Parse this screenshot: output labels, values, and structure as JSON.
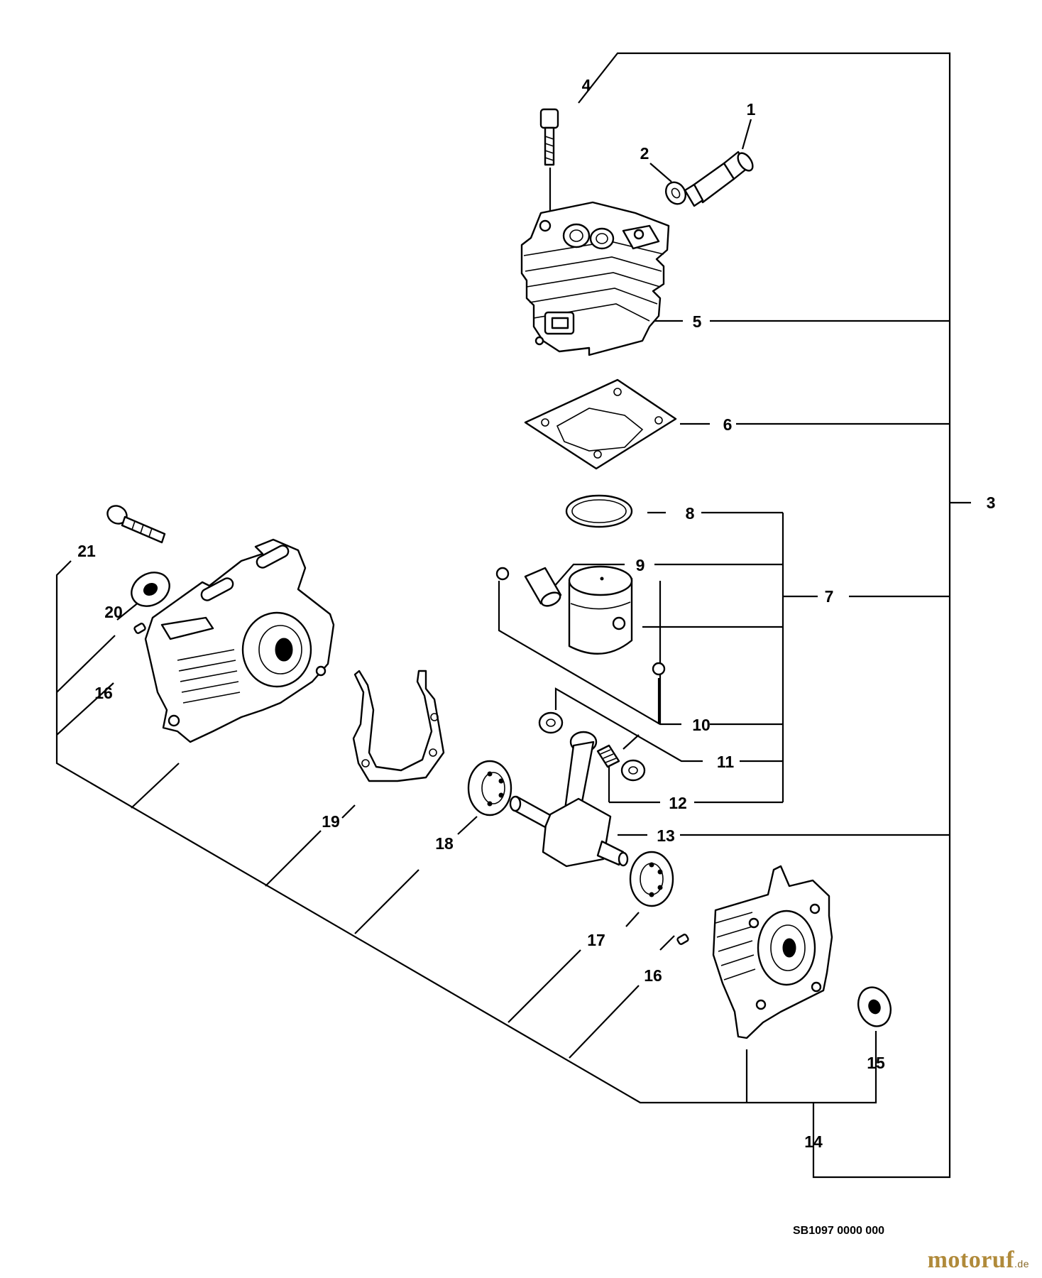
{
  "reference_code": "SB1097 0000 000",
  "watermark": {
    "name": "motoruf",
    "suffix": ".de"
  },
  "callouts": [
    "1",
    "2",
    "3",
    "4",
    "5",
    "6",
    "7",
    "8",
    "9",
    "10",
    "11",
    "12",
    "13",
    "14",
    "15",
    "16",
    "16",
    "17",
    "18",
    "19",
    "20",
    "21"
  ],
  "colors": {
    "line": "#000000",
    "background": "#ffffff",
    "watermark": "#b08a3a"
  }
}
